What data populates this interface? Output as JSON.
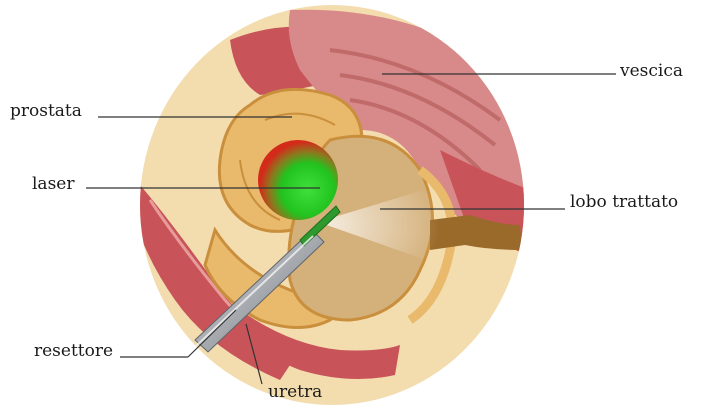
{
  "labels": {
    "prostata": "prostata",
    "laser": "laser",
    "resettore": "resettore",
    "uretra": "uretra",
    "vescica": "vescica",
    "lobo_trattato": "lobo trattato"
  },
  "colors": {
    "background_tissue": "#f3dcae",
    "muscle": "#c8545a",
    "muscle_stripe": "#e79c9a",
    "bladder": "#d88a8a",
    "bladder_fold": "#c06a6a",
    "prostate": "#e9b96c",
    "prostate_shadow": "#c98f3c",
    "treated_cavity": "#d4b07a",
    "laser_red": "#d42a1a",
    "laser_green": "#1bc41b",
    "instrument": "#b9bcc0",
    "leader_line": "#333333"
  },
  "icons": [
    "anatomical-cross-section",
    "laser-resectoscope"
  ]
}
